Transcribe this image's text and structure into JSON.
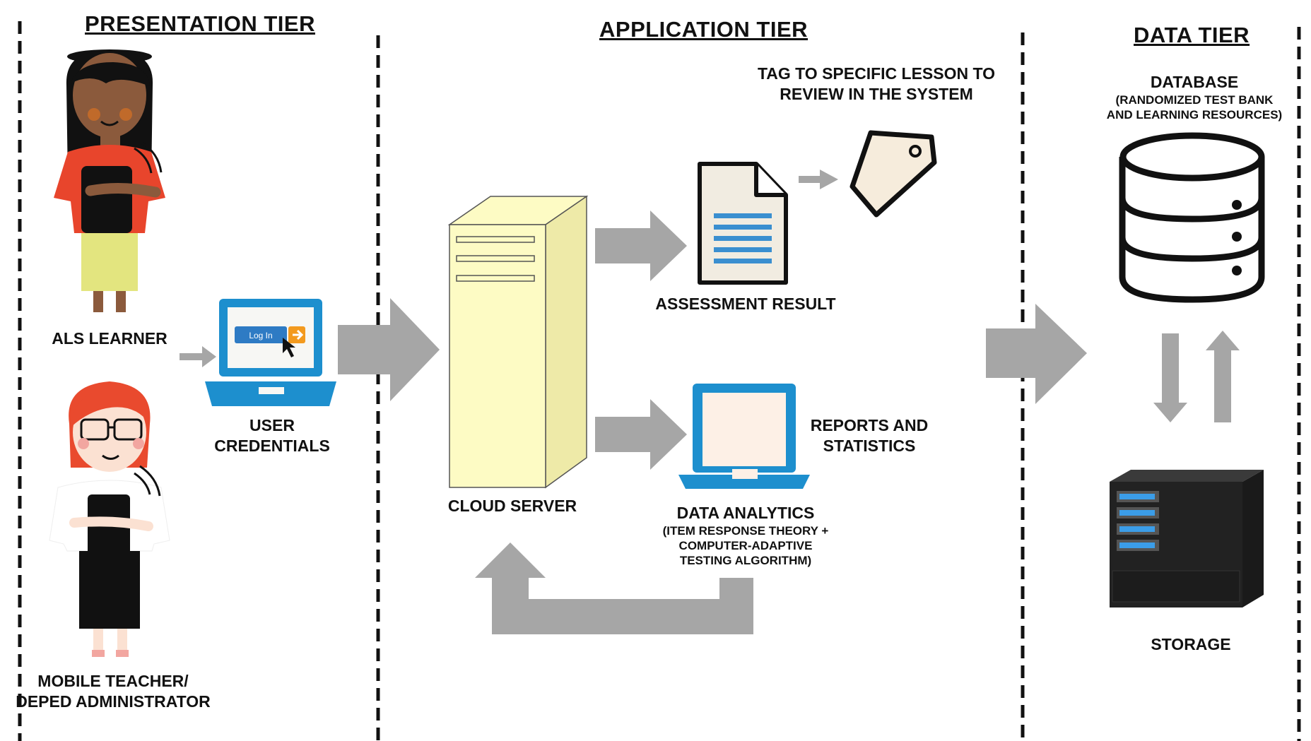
{
  "tiers": {
    "presentation": "PRESENTATION TIER",
    "application": "APPLICATION TIER",
    "data": "DATA TIER"
  },
  "presentation": {
    "learner_label": "ALS LEARNER",
    "teacher_label_line1": "MOBILE TEACHER/",
    "teacher_label_line2": "DEPED ADMINISTRATOR",
    "credentials_label": "USER CREDENTIALS",
    "login_button": "Log In"
  },
  "application": {
    "cloud_server_label": "CLOUD SERVER",
    "assessment_label": "ASSESSMENT RESULT",
    "tag_label_line1": "TAG TO SPECIFIC LESSON TO",
    "tag_label_line2": "REVIEW IN THE SYSTEM",
    "reports_line1": "REPORTS AND",
    "reports_line2": "STATISTICS",
    "analytics_title": "DATA ANALYTICS",
    "analytics_sub_line1": "(ITEM RESPONSE THEORY +",
    "analytics_sub_line2": "COMPUTER-ADAPTIVE",
    "analytics_sub_line3": "TESTING ALGORITHM)"
  },
  "data_tier": {
    "database_title": "DATABASE",
    "database_sub_line1": "(RANDOMIZED TEST BANK",
    "database_sub_line2": "AND LEARNING RESOURCES)",
    "storage_label": "STORAGE"
  },
  "colors": {
    "arrow_gray": "#a6a6a6",
    "laptop_blue": "#1d8fce",
    "server_yellow": "#fdfbc4",
    "learner_shirt": "#e8452c",
    "learner_skirt": "#e3e57f",
    "teacher_hair": "#e94a2e"
  }
}
